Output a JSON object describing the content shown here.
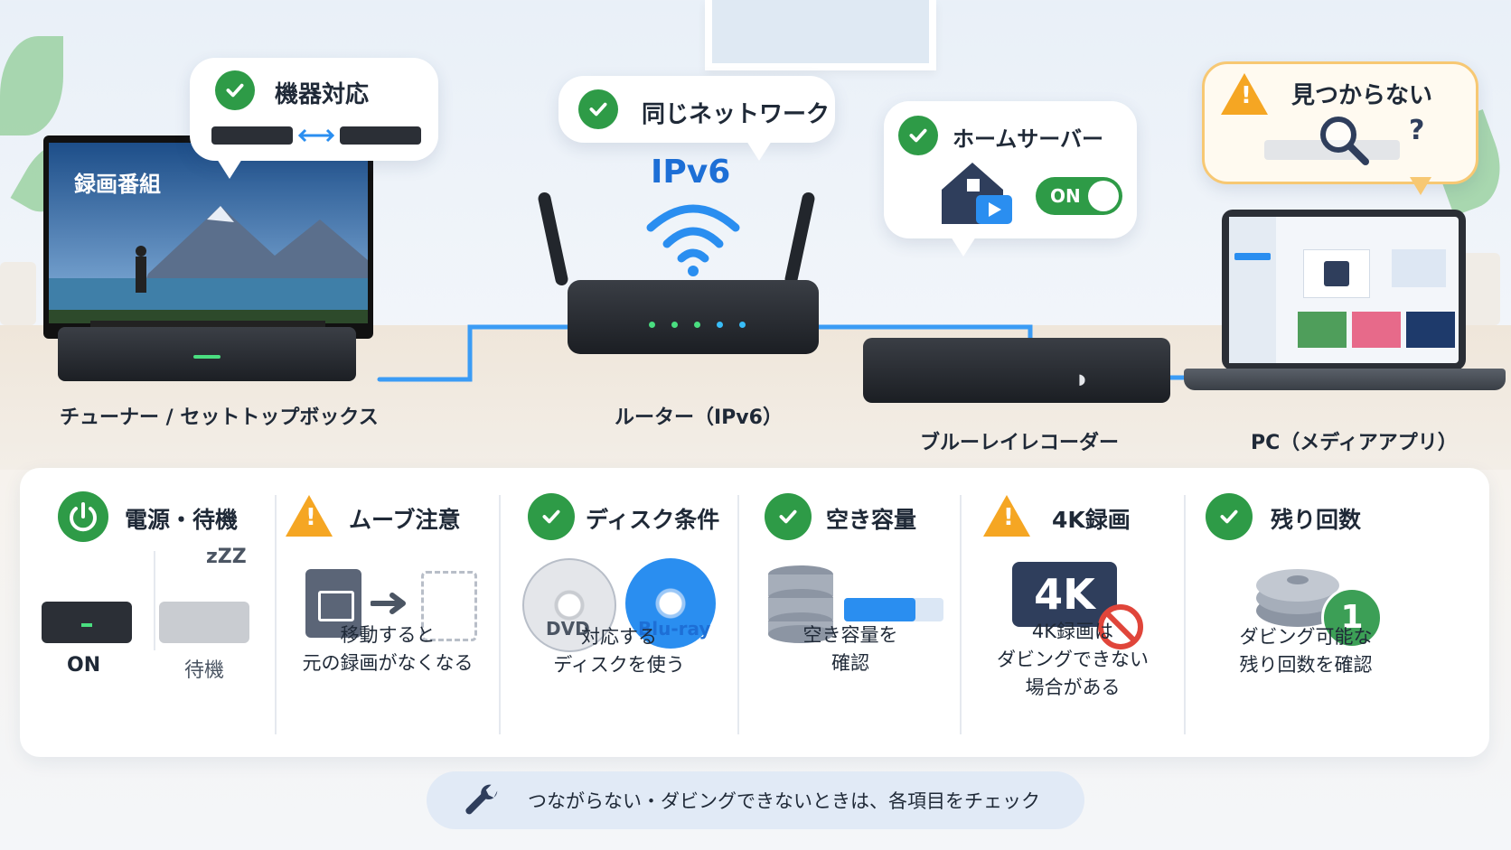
{
  "bubbles": {
    "device_compat": "機器対応",
    "same_network": "同じネットワーク",
    "ipv6": "IPv6",
    "home_server": "ホームサーバー",
    "toggle": "ON",
    "not_found": "見つからない",
    "question": "?"
  },
  "tv": {
    "screen_text": "録画番組"
  },
  "devices": {
    "tuner": "チューナー / セットトップボックス",
    "router": "ルーター（IPv6）",
    "recorder": "ブルーレイレコーダー",
    "pc": "PC（メディアアプリ）"
  },
  "checks": [
    {
      "status": "ok",
      "title": "電源・待機",
      "on_label": "ON",
      "standby_label": "待機",
      "zzz": "zZZ"
    },
    {
      "status": "warn",
      "title": "ムーブ注意",
      "desc": [
        "移動すると",
        "元の録画がなくなる"
      ]
    },
    {
      "status": "ok",
      "title": "ディスク条件",
      "disc1": "DVD",
      "disc2": "Blu-ray",
      "desc": [
        "対応する",
        "ディスクを使う"
      ]
    },
    {
      "status": "ok",
      "title": "空き容量",
      "desc": [
        "空き容量を",
        "確認"
      ],
      "fill_fraction": 0.72
    },
    {
      "status": "warn",
      "title": "4K録画",
      "badge": "4K",
      "desc": [
        "4K録画は",
        "ダビングできない",
        "場合がある"
      ]
    },
    {
      "status": "ok",
      "title": "残り回数",
      "count": "1",
      "desc": [
        "ダビング可能な",
        "残り回数を確認"
      ]
    }
  ],
  "footer": {
    "text": "つながらない・ダビングできないときは、各項目をチェック"
  },
  "colors": {
    "ok": "#2e9b47",
    "warn": "#f5a623",
    "accent_blue": "#2a8ef0",
    "cable": "#3b9cf5"
  }
}
